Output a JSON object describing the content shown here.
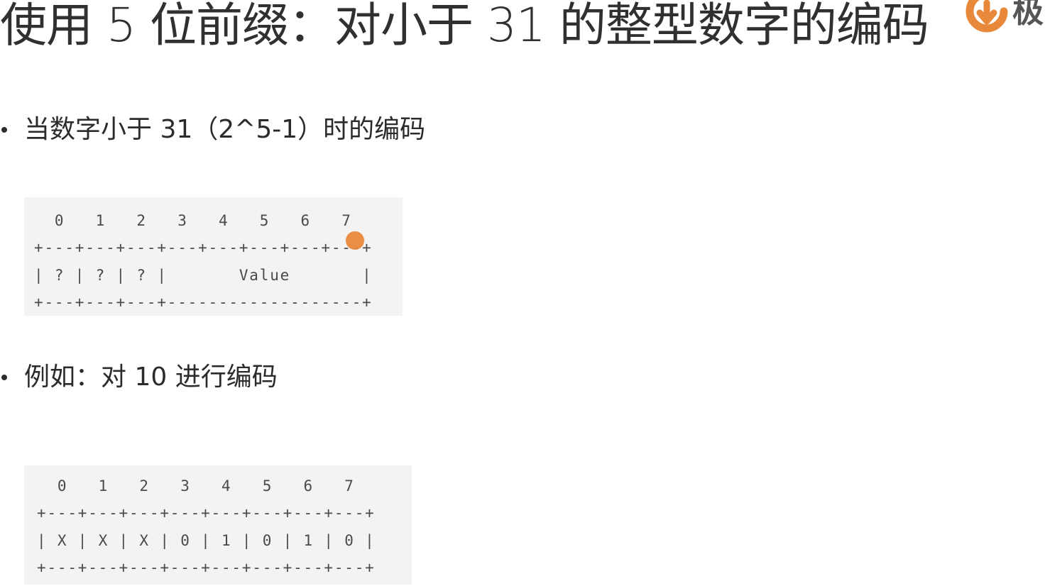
{
  "slide": {
    "title": "使用 5 位前缀：对小于 31 的整型数字的编码",
    "brand_partial": "极"
  },
  "bullets": [
    {
      "text": "当数字小于 31（2^5-1）时的编码"
    },
    {
      "text": "例如：对 10 进行编码"
    }
  ],
  "diagram_format": {
    "lines": [
      "  0   1   2   3   4   5   6   7",
      "+---+---+---+---+---+---+---+---+",
      "| ? | ? | ? |       Value       |",
      "+---+---+---+-------------------+"
    ]
  },
  "diagram_example": {
    "lines": [
      "  0   1   2   3   4   5   6   7",
      "+---+---+---+---+---+---+---+---+",
      "| X | X | X | 0 | 1 | 0 | 1 | 0 |",
      "+---+---+---+---+---+---+---+---+"
    ]
  },
  "colors": {
    "brand_orange": "#e8883a",
    "code_bg": "#f3f3f3"
  }
}
